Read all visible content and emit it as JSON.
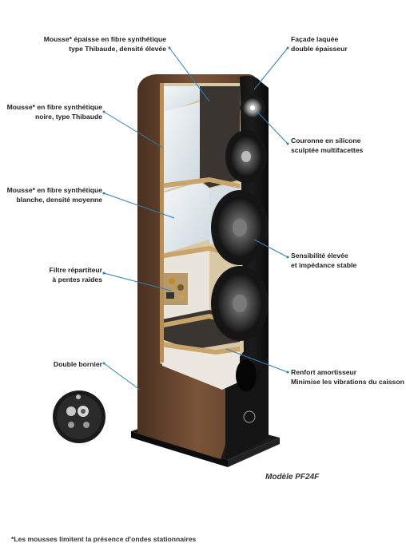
{
  "callouts": {
    "left": [
      {
        "line1": "Mousse* épaisse en fibre synthétique",
        "line2": "type Thibaude, densité élevée"
      },
      {
        "line1": "Mousse* en fibre synthétique",
        "line2": "noire, type Thibaude"
      },
      {
        "line1": "Mousse* en fibre synthétique",
        "line2": "blanche, densité moyenne"
      },
      {
        "line1": "Filtre répartiteur",
        "line2": "à pentes raides"
      },
      {
        "line1": "Double bornier",
        "line2": ""
      }
    ],
    "right": [
      {
        "line1": "Façade laquée",
        "line2": "double épaisseur"
      },
      {
        "line1": "Couronne en silicone",
        "line2": "sculptée multifacettes"
      },
      {
        "line1": "Sensibilité élevée",
        "line2": "et impédance stable"
      },
      {
        "line1": "Renfort amortisseur",
        "line2": "Minimise les vibrations du caisson"
      }
    ]
  },
  "model": "Modèle PF24F",
  "footnote": "*Les mousses limitent la présence d'ondes stationnaires",
  "colors": {
    "callout_line": "#2e7fb5",
    "wood": "#6b4a33",
    "cabinet_front": "#101010",
    "inner_wood": "#c9a56b",
    "foam_white": "#e6eef2",
    "foam_black": "#3a3531"
  }
}
